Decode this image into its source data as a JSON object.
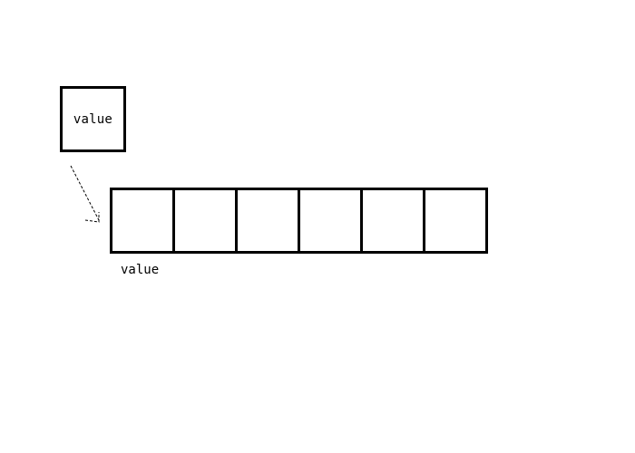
{
  "diagram": {
    "source_box": {
      "label": "value"
    },
    "array": {
      "label": "value",
      "cells": [
        "",
        "",
        "",
        "",
        "",
        ""
      ]
    },
    "arrow": {
      "style": "dashed",
      "color": "#000000"
    }
  }
}
